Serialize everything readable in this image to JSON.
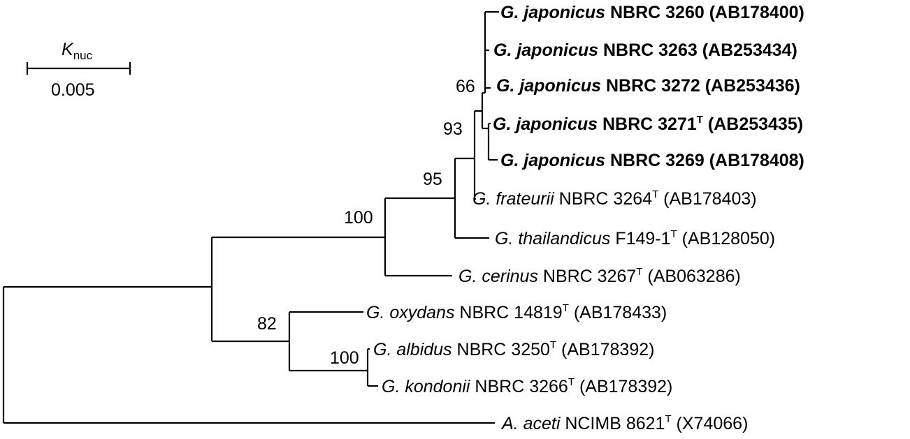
{
  "scale_bar": {
    "symbol": "K",
    "subscript": "nuc",
    "value": "0.005"
  },
  "taxa": [
    {
      "id": "t1",
      "genus": "G. japonicus",
      "rest": " NBRC 3260 ",
      "type_strain": "",
      "accession": "(AB178400)",
      "bold": true
    },
    {
      "id": "t2",
      "genus": "G. japonicus",
      "rest": " NBRC 3263 ",
      "type_strain": "",
      "accession": "(AB253434)",
      "bold": true
    },
    {
      "id": "t3",
      "genus": "G. japonicus",
      "rest": " NBRC 3272 ",
      "type_strain": "",
      "accession": "(AB253436)",
      "bold": true
    },
    {
      "id": "t4",
      "genus": "G. japonicus",
      "rest": " NBRC 3271",
      "type_strain": "T",
      "accession": " (AB253435)",
      "bold": true
    },
    {
      "id": "t5",
      "genus": "G. japonicus",
      "rest": " NBRC 3269 ",
      "type_strain": "",
      "accession": "(AB178408)",
      "bold": true
    },
    {
      "id": "t6",
      "genus": "G. frateurii",
      "rest": " NBRC 3264",
      "type_strain": "T",
      "accession": " (AB178403)",
      "bold": false
    },
    {
      "id": "t7",
      "genus": "G. thailandicus",
      "rest": " F149-1",
      "type_strain": "T",
      "accession": " (AB128050)",
      "bold": false
    },
    {
      "id": "t8",
      "genus": "G. cerinus",
      "rest": " NBRC 3267",
      "type_strain": "T",
      "accession": " (AB063286)",
      "bold": false
    },
    {
      "id": "t9",
      "genus": "G. oxydans",
      "rest": " NBRC 14819",
      "type_strain": "T",
      "accession": " (AB178433)",
      "bold": false
    },
    {
      "id": "t10",
      "genus": "G. albidus",
      "rest": " NBRC 3250",
      "type_strain": "T",
      "accession": " (AB178392)",
      "bold": false
    },
    {
      "id": "t11",
      "genus": "G. kondonii",
      "rest": " NBRC 3266",
      "type_strain": "T",
      "accession": " (AB178392)",
      "bold": false
    },
    {
      "id": "t12",
      "genus": "A. aceti",
      "rest": " NCIMB 8621",
      "type_strain": "T",
      "accession": " (X74066)",
      "bold": false
    }
  ],
  "bootstrap": {
    "b66": "66",
    "b93": "93",
    "b95": "95",
    "b100a": "100",
    "b82": "82",
    "b100b": "100"
  }
}
